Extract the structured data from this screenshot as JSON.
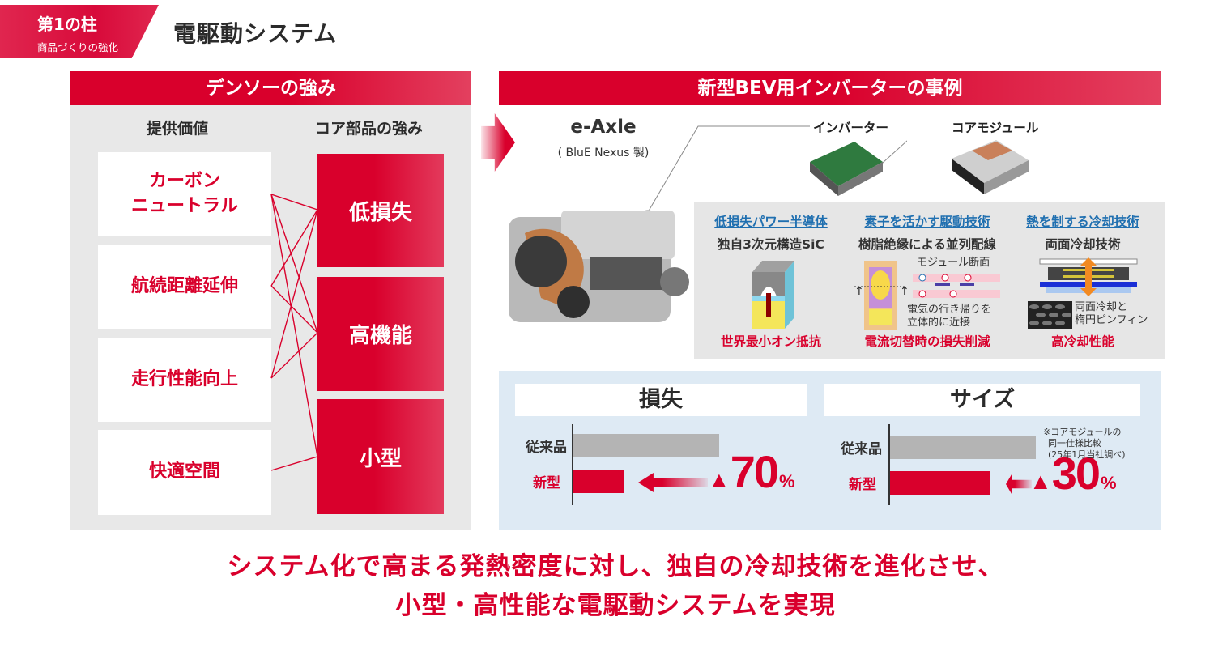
{
  "header": {
    "pillar": "第1の柱",
    "pillar_sub": "商品づくりの強化",
    "title": "電駆動システム"
  },
  "left_panel": {
    "title": "デンソーの強み",
    "col_value": "提供価値",
    "col_strength": "コア部品の強み",
    "values": [
      {
        "line1": "カーボン",
        "line2": "ニュートラル"
      },
      {
        "line1": "航続距離延伸",
        "line2": ""
      },
      {
        "line1": "走行性能向上",
        "line2": ""
      },
      {
        "line1": "快適空間",
        "line2": ""
      }
    ],
    "strengths": [
      "低損失",
      "高機能",
      "小型"
    ],
    "links": [
      {
        "from": 0,
        "to": [
          0,
          1,
          2
        ]
      },
      {
        "from": 1,
        "to": [
          0,
          1
        ]
      },
      {
        "from": 2,
        "to": [
          0,
          1
        ]
      },
      {
        "from": 3,
        "to": [
          2
        ]
      }
    ]
  },
  "right_panel": {
    "title": "新型BEV用インバーターの事例",
    "eaxle": {
      "name": "e-Axle",
      "maker": "( BluE Nexus 製)"
    },
    "components": [
      "インバーター",
      "コアモジュール"
    ],
    "tech": [
      {
        "title": "低損失パワー半導体",
        "sub": "独自3次元構造SiC",
        "result": "世界最小オン抵抗",
        "notes": []
      },
      {
        "title": "素子を活かす駆動技術",
        "sub": "樹脂絶縁による並列配線",
        "result": "電流切替時の損失削減",
        "notes": [
          "モジュール断面",
          "電気の行き帰りを",
          "立体的に近接"
        ]
      },
      {
        "title": "熱を制する冷却技術",
        "sub": "両面冷却技術",
        "result": "高冷却性能",
        "notes": [
          "両面冷却と",
          "楕円ピンフィン"
        ]
      }
    ]
  },
  "comparison": {
    "loss": {
      "title": "損失",
      "old_label": "従来品",
      "new_label": "新型",
      "reduction": "▲",
      "value": "70",
      "unit": "%"
    },
    "size": {
      "title": "サイズ",
      "old_label": "従来品",
      "new_label": "新型",
      "reduction": "▲",
      "value": "30",
      "unit": "%"
    },
    "footnote": [
      "※コアモジュールの",
      "同一仕様比較",
      "(25年1月当社調べ)"
    ]
  },
  "chart_data": [
    {
      "type": "bar",
      "title": "損失",
      "categories": [
        "従来品",
        "新型"
      ],
      "values": [
        100,
        30
      ],
      "annotation": "▲70%",
      "colors": [
        "#b4b4b4",
        "#d9002c"
      ]
    },
    {
      "type": "bar",
      "title": "サイズ",
      "categories": [
        "従来品",
        "新型"
      ],
      "values": [
        100,
        70
      ],
      "annotation": "▲30%",
      "colors": [
        "#b4b4b4",
        "#d9002c"
      ]
    }
  ],
  "conclusion": {
    "line1": "システム化で高まる発熱密度に対し、独自の冷却技術を進化させ、",
    "line2": "小型・高性能な電駆動システムを実現"
  },
  "colors": {
    "accent": "#d9002c",
    "link": "#1f6fb0",
    "panel": "#e8e8e8",
    "compare_bg": "#deeaf4",
    "old_bar": "#b4b4b4"
  }
}
